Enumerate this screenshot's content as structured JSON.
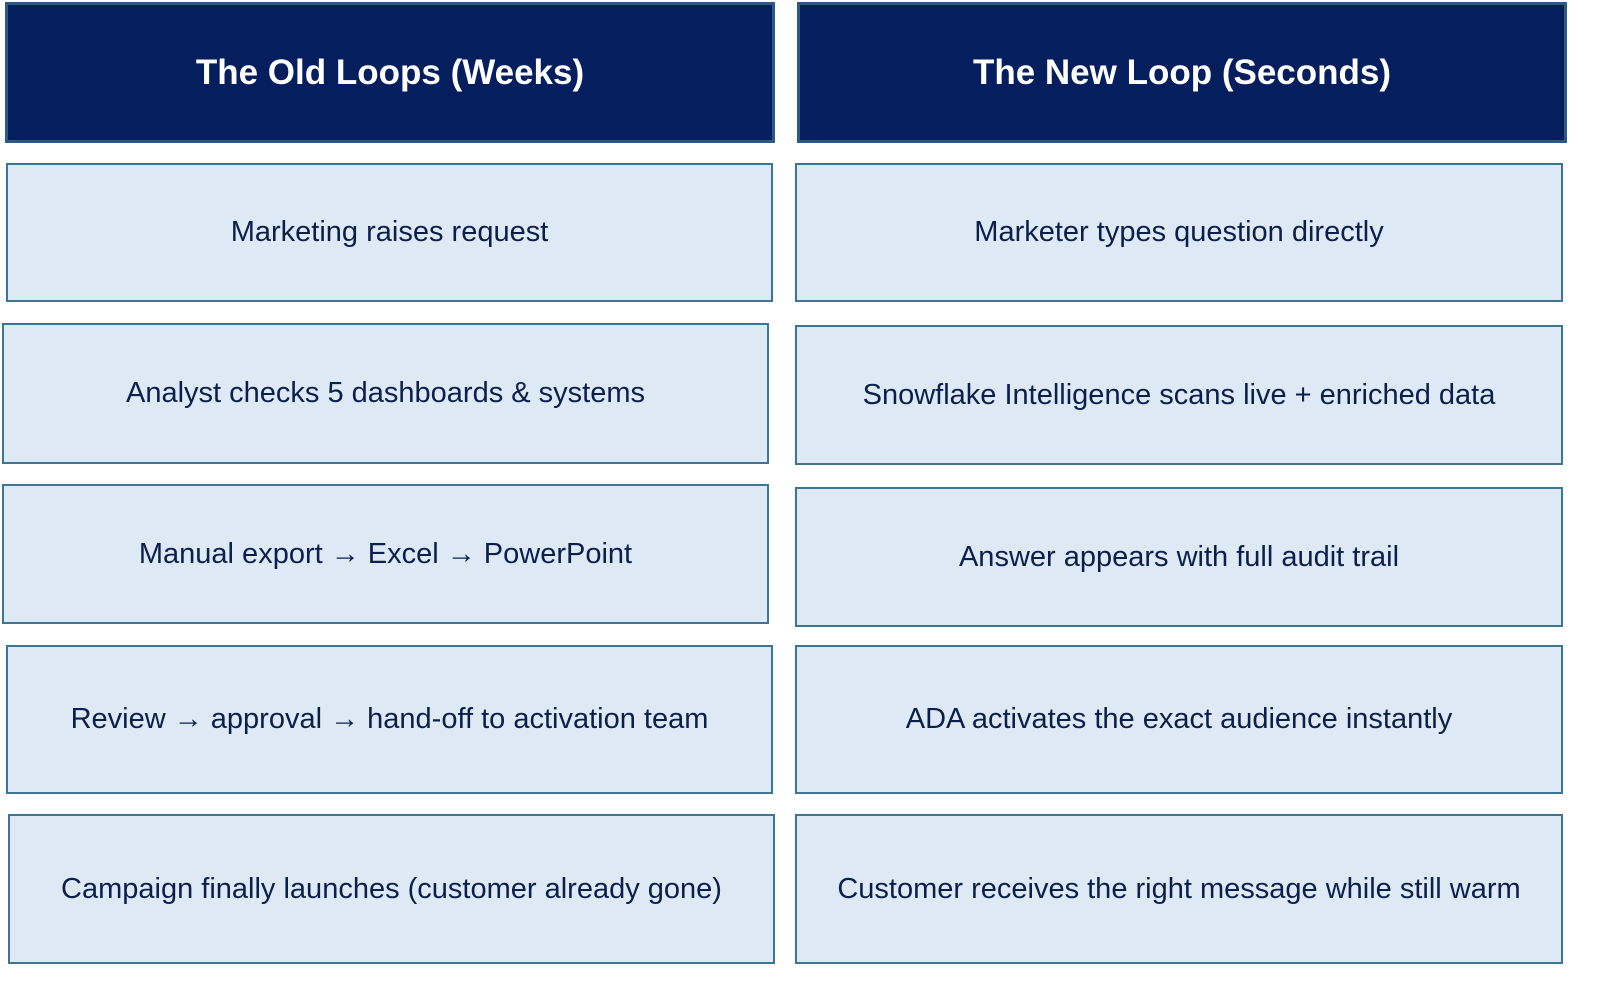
{
  "old_loop": {
    "title": "The Old Loops (Weeks)",
    "steps": [
      "Marketing raises request",
      "Analyst checks 5 dashboards & systems",
      "Manual export → Excel → PowerPoint",
      "Review → approval → hand-off to activation team",
      "Campaign finally launches (customer already gone)"
    ]
  },
  "new_loop": {
    "title": "The New Loop (Seconds)",
    "steps": [
      "Marketer types question directly",
      "Snowflake Intelligence scans live + enriched data",
      "Answer appears with full audit trail",
      "ADA activates the exact audience instantly",
      "Customer receives the right message while still warm"
    ]
  },
  "colors": {
    "header_background": "#041e5e",
    "header_border": "#2b5a85",
    "step_background": "#dde9f5",
    "step_border": "#3d7693",
    "step_text": "#0c1e4a"
  }
}
